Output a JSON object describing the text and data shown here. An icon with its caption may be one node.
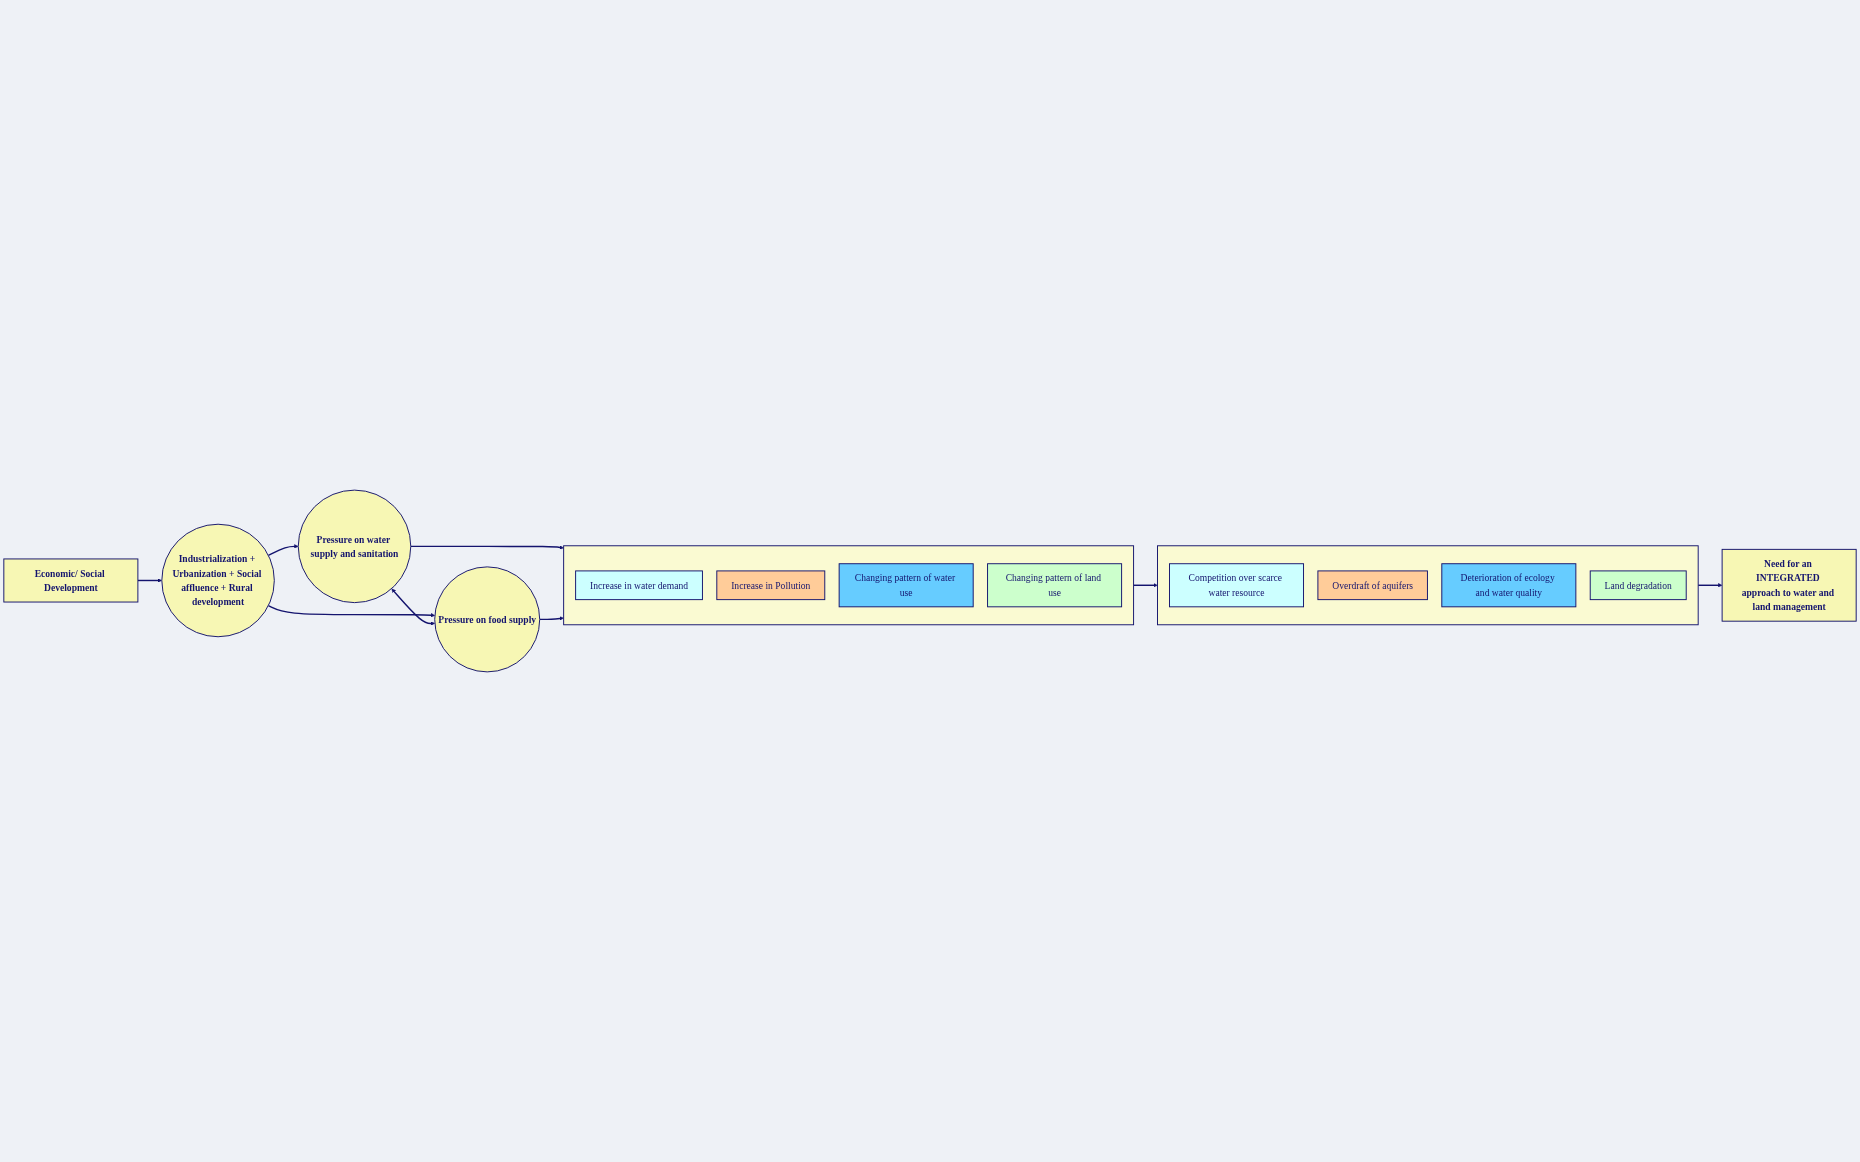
{
  "diagram": {
    "nodes": [
      {
        "text": [
          "Economic/ Social Development"
        ]
      },
      {
        "text": [
          "Industrialization + Urbanization + Social affluence + Rural development"
        ]
      },
      {
        "text": [
          "Pressure on water supply and sanitation"
        ]
      },
      {
        "text": [
          "Pressure on food supply"
        ]
      },
      {
        "text": [],
        "shape": "box"
      },
      {
        "text": [
          "Increase in water demand"
        ],
        "in": 4
      },
      {
        "text": [
          "Increase in Pollution"
        ],
        "in": 4
      },
      {
        "text": [
          "Changing pattern of water use"
        ],
        "in": 4
      },
      {
        "text": [
          "Changing pattern of land use"
        ],
        "in": 4
      },
      {
        "text": [],
        "shape": "box"
      },
      {
        "text": [
          "Competition over scarce water resource"
        ],
        "in": 9
      },
      {
        "text": [
          "Overdraft of aquifers"
        ],
        "in": 9
      },
      {
        "text": [
          "Deterioration of ecology and water quality"
        ],
        "in": 9
      },
      {
        "text": [
          "Land degradation"
        ],
        "in": 9
      },
      {
        "text": [
          "Need for an INTEGRATED approach to water and land management"
        ]
      }
    ],
    "edges": [
      {
        "from": 0,
        "to": 1,
        "arrow": "to"
      },
      {
        "from": 1,
        "to": 2,
        "arrow": "to"
      },
      {
        "from": 1,
        "to": 3,
        "arrow": "to"
      },
      {
        "from": 2,
        "to": 3,
        "arrow": "both"
      },
      {
        "from": 2,
        "to": 4,
        "arrow": "to"
      },
      {
        "from": 3,
        "to": 4,
        "arrow": "to"
      },
      {
        "from": 4,
        "to": 9,
        "arrow": "to"
      },
      {
        "from": 9,
        "to": 14,
        "arrow": "to"
      }
    ]
  }
}
